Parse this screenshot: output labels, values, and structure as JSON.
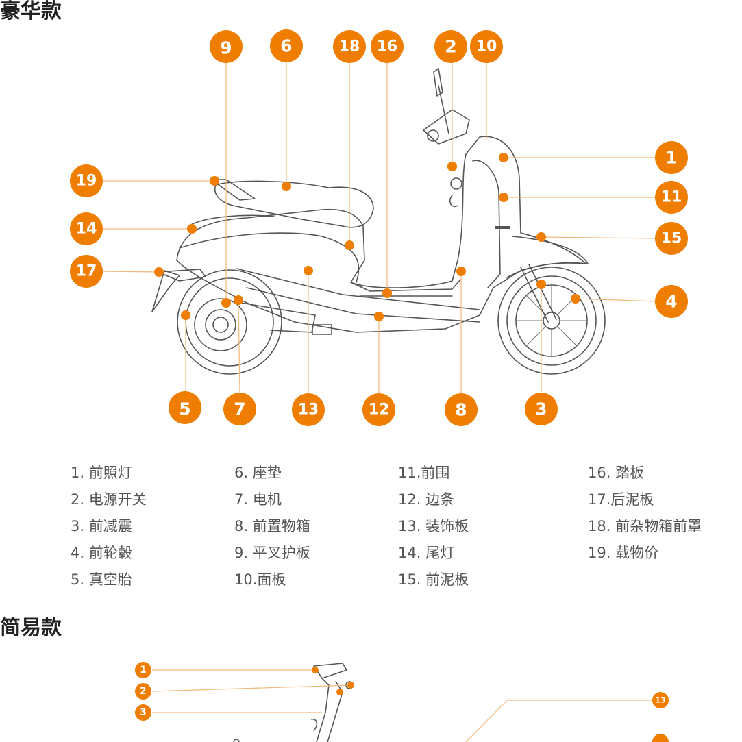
{
  "sections": {
    "deluxe_title": "豪华款",
    "simple_title": "简易款"
  },
  "legend": [
    "1. 前照灯",
    "2. 电源开关",
    "3. 前减震",
    "4. 前轮毂",
    "5. 真空胎",
    "6. 座垫",
    "7. 电机",
    "8. 前置物箱",
    "9. 平叉护板",
    "10.面板",
    "11.前围",
    "12. 边条",
    "13. 装饰板",
    "14. 尾灯",
    "15. 前泥板",
    "16. 踏板",
    "17.后泥板",
    "18. 前杂物箱前罩",
    "19. 载物价"
  ],
  "callouts_deluxe": [
    "1",
    "2",
    "3",
    "4",
    "5",
    "6",
    "7",
    "8",
    "9",
    "10",
    "11",
    "12",
    "13",
    "14",
    "15",
    "16",
    "17",
    "18",
    "19"
  ],
  "callouts_simple": [
    "1",
    "2",
    "3",
    "13"
  ],
  "colors": {
    "accent": "#ef7d00",
    "leader": "#f2b878",
    "outline": "#555555"
  }
}
